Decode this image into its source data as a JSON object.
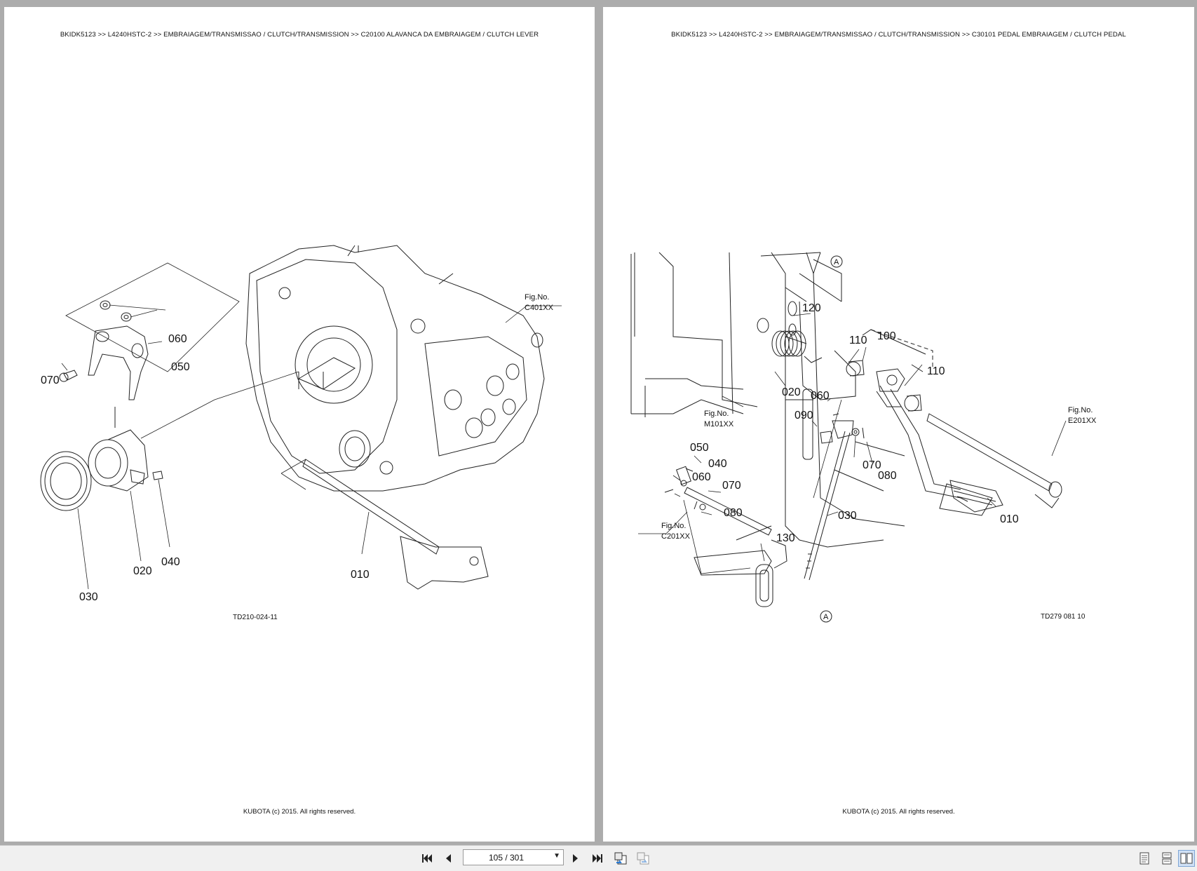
{
  "left_page": {
    "breadcrumb": "BKIDK5123 >> L4240HSTC-2 >> EMBRAIAGEM/TRANSMISSAO / CLUTCH/TRANSMISSION >> C20100   ALAVANCA DA EMBRAIAGEM / CLUTCH LEVER",
    "labels": {
      "p060": "060",
      "p050": "050",
      "p070": "070",
      "p020": "020",
      "p030": "030",
      "p040": "040",
      "p010": "010"
    },
    "fig_ref": {
      "title": "Fig.No.",
      "code": "C401XX"
    },
    "drawing_code": "TD210-024-11",
    "copyright": "KUBOTA (c) 2015. All rights reserved."
  },
  "right_page": {
    "breadcrumb": "BKIDK5123 >> L4240HSTC-2 >> EMBRAIAGEM/TRANSMISSAO / CLUTCH/TRANSMISSION >> C30101   PEDAL EMBRAIAGEM / CLUTCH PEDAL",
    "labels": {
      "p120": "120",
      "p110a": "110",
      "p100": "100",
      "p110b": "110",
      "p020": "020",
      "p060a": "060",
      "p090": "090",
      "p050": "050",
      "p040": "040",
      "p060b": "060",
      "p070a": "070",
      "p080a": "080",
      "p070b": "070",
      "p080b": "080",
      "p030": "030",
      "p130": "130",
      "p010": "010",
      "markA1": "A",
      "markA2": "A"
    },
    "fig_refs": {
      "m101": {
        "title": "Fig.No.",
        "code": "M101XX"
      },
      "e201": {
        "title": "Fig.No.",
        "code": "E201XX"
      },
      "c201": {
        "title": "Fig.No.",
        "code": "C201XX"
      }
    },
    "drawing_code": "TD279  081  10",
    "copyright": "KUBOTA (c) 2015. All rights reserved."
  },
  "toolbar": {
    "page_indicator": "105 / 301",
    "icons": [
      "first-page-icon",
      "previous-page-icon",
      "next-page-icon",
      "last-page-icon",
      "previous-view-icon",
      "next-view-icon",
      "single-page-view-icon",
      "continuous-view-icon",
      "facing-view-icon"
    ]
  }
}
